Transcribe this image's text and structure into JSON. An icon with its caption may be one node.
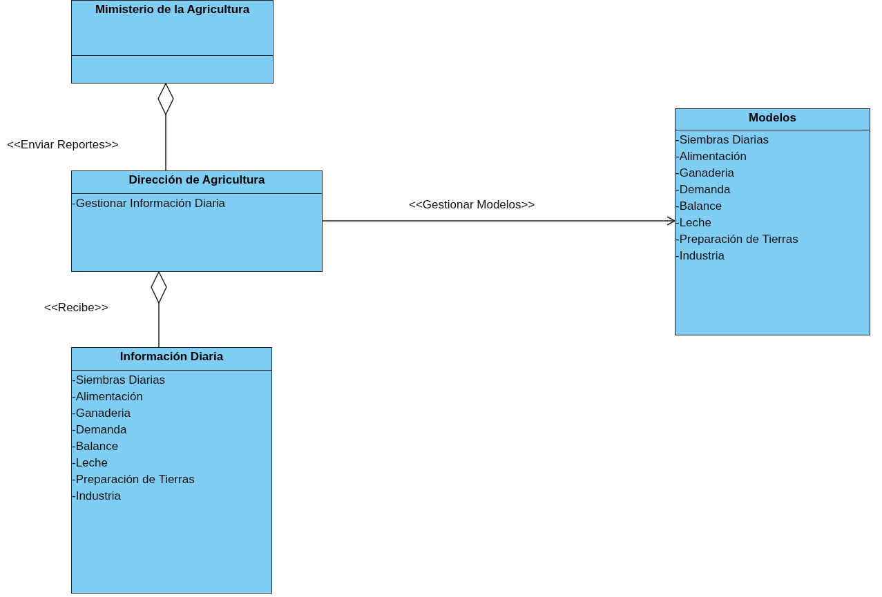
{
  "diagram": {
    "nodes": [
      {
        "text": [
          "Mimisterio de la Agricultura"
        ]
      },
      {
        "text": [
          "Dirección de Agricultura",
          "-Gestionar Información Diaria"
        ]
      },
      {
        "text": [
          "Modelos",
          "-Siembras Diarias",
          "-Alimentación",
          "-Ganaderia",
          "-Demanda",
          "-Balance",
          "-Leche",
          "-Preparación de Tierras",
          "-Industria"
        ]
      },
      {
        "text": [
          "Información Diaria",
          "-Siembras Diarias",
          "-Alimentación",
          "-Ganaderia",
          "-Demanda",
          "-Balance",
          "-Leche",
          "-Preparación de Tierras",
          "-Industria"
        ]
      }
    ],
    "edges": [
      {
        "from": 0,
        "to": 1,
        "arrow": "other",
        "label": "<<Enviar Reportes>>"
      },
      {
        "from": 1,
        "to": 2,
        "arrow": "to",
        "label": "<<Gestionar Modelos>>"
      },
      {
        "from": 1,
        "to": 3,
        "arrow": "other",
        "label": "<<Recibe>>"
      }
    ]
  }
}
